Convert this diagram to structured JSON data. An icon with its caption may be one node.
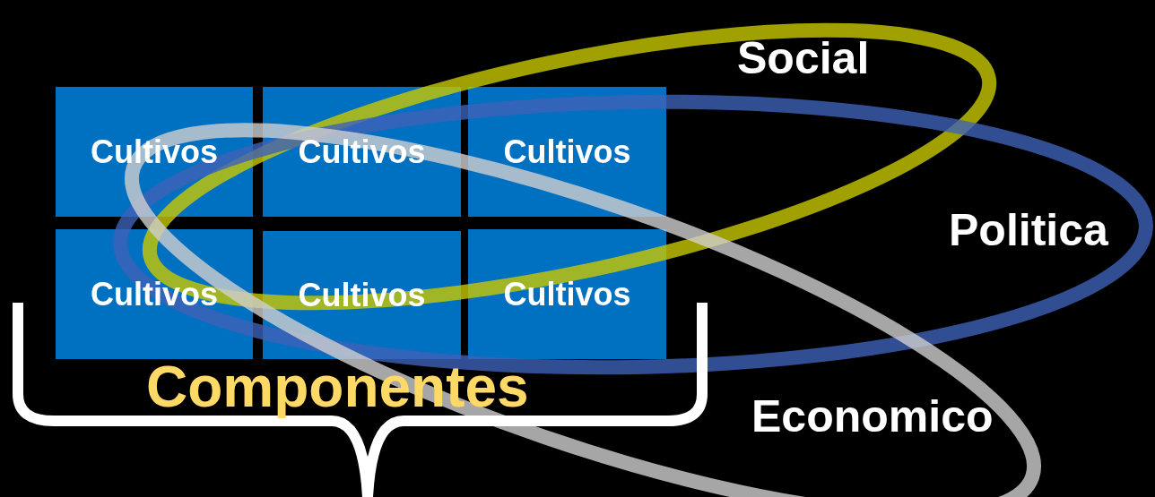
{
  "diagram": {
    "nodes": [
      {
        "text": [
          "Cultivos"
        ]
      },
      {
        "text": [
          "Cultivos"
        ]
      },
      {
        "text": [
          "Cultivos"
        ]
      },
      {
        "text": [
          "Cultivos"
        ]
      },
      {
        "text": [
          "Cultivos"
        ]
      },
      {
        "text": [
          "Cultivos"
        ]
      }
    ],
    "labels": [
      "Social",
      "Politica",
      "Componentes",
      "Economico"
    ]
  }
}
